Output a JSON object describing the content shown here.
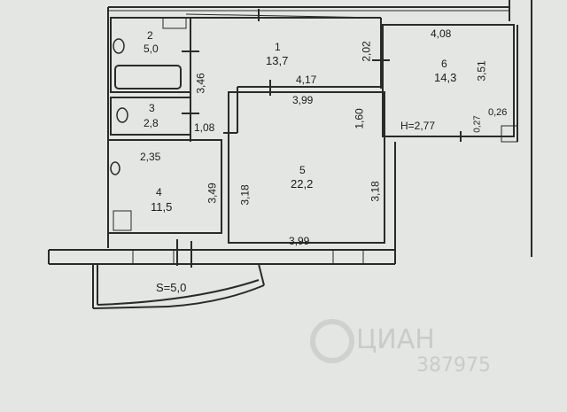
{
  "plan": {
    "rooms": [
      {
        "number": "1",
        "area": "13,7"
      },
      {
        "number": "2",
        "area": "5,0"
      },
      {
        "number": "3",
        "area": "2,8"
      },
      {
        "number": "4",
        "area": "11,5"
      },
      {
        "number": "5",
        "area": "22,2"
      },
      {
        "number": "6",
        "area": "14,3"
      }
    ],
    "dimensions": {
      "room1_right": "2,02",
      "room1_left": "3,46",
      "room1_bottom": "4,17",
      "room3_bottom": "1,08",
      "room4_top": "2,35",
      "room4_right": "3,49",
      "room5_top": "3,99",
      "room5_bottom": "3,99",
      "room5_left": "3,18",
      "room5_right": "3,18",
      "room5_corridor": "1,60",
      "room6_top": "4,08",
      "room6_right": "3,51",
      "room6_small_a": "0,27",
      "room6_small_b": "0,26"
    },
    "height_label": "H=2,77",
    "balcony_label": "S=5,0"
  },
  "watermark": {
    "brand": "ЦИАН",
    "digits": "387975"
  }
}
